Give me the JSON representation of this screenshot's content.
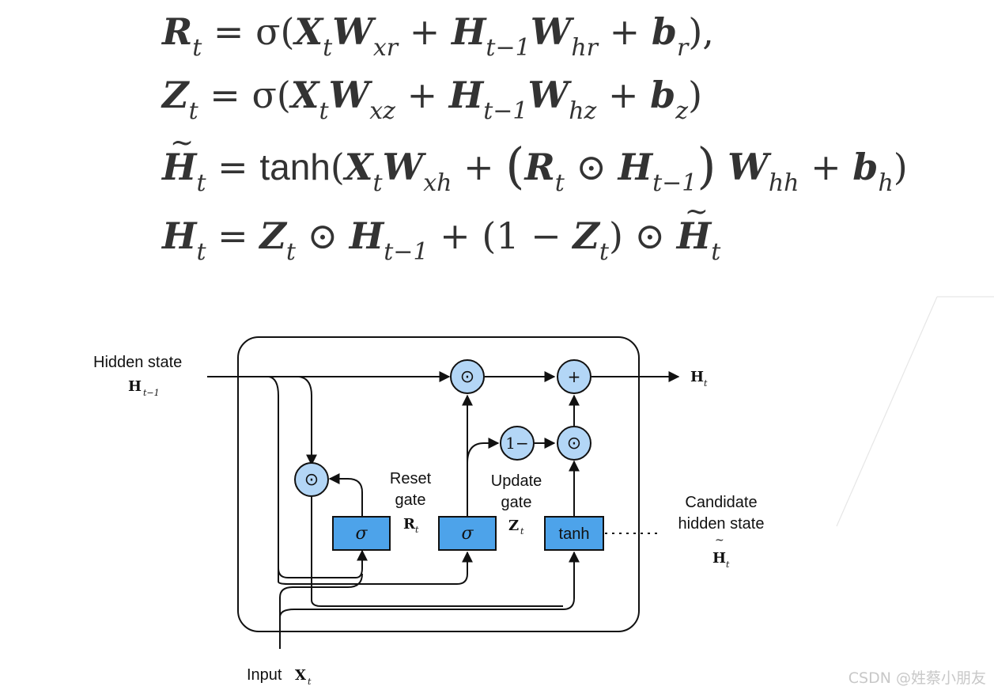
{
  "equations": {
    "r": {
      "lhs": "R",
      "lhs_sub": "t",
      "parts": [
        "= σ(",
        "X",
        "t",
        "W",
        "xr",
        " + ",
        "H",
        "t−1",
        "W",
        "hr",
        " + ",
        "b",
        "r",
        "),"
      ]
    },
    "z": {
      "lhs": "Z",
      "lhs_sub": "t",
      "parts": [
        "= σ(",
        "X",
        "t",
        "W",
        "xz",
        " + ",
        "H",
        "t−1",
        "W",
        "hz",
        " + ",
        "b",
        "z",
        ")"
      ]
    },
    "h_tilde": {
      "lhs": "H",
      "lhs_sub": "t",
      "tanh": "tanh",
      "parts": [
        "(",
        "X",
        "t",
        "W",
        "xh",
        " + ",
        "R",
        "t",
        " ⊙ ",
        "H",
        "t−1",
        "W",
        "hh",
        " + ",
        "b",
        "h",
        ")"
      ]
    },
    "h": {
      "lhs": "H",
      "lhs_sub": "t",
      "parts": [
        "= ",
        "Z",
        "t",
        " ⊙ ",
        "H",
        "t−1",
        " + (1 − ",
        "Z",
        "t",
        ") ⊙ ",
        "H",
        "t"
      ]
    }
  },
  "diagram": {
    "hidden_state_label": "Hidden state",
    "hidden_state_symbol": "H",
    "hidden_state_sub": "t−1",
    "output_symbol": "H",
    "output_sub": "t",
    "reset_label_1": "Reset",
    "reset_label_2": "gate",
    "reset_symbol": "R",
    "reset_sub": "t",
    "update_label_1": "Update",
    "update_label_2": "gate",
    "update_symbol": "Z",
    "update_sub": "t",
    "candidate_label_1": "Candidate",
    "candidate_label_2": "hidden state",
    "candidate_symbol": "H",
    "candidate_sub": "t",
    "input_label": "Input",
    "input_symbol": "X",
    "input_sub": "t",
    "gate_sigma": "σ",
    "gate_tanh": "tanh",
    "op_mul": "⊙",
    "op_plus": "+",
    "op_one_minus": "1−",
    "colors": {
      "gate_fill": "#4da3ea",
      "op_fill": "#b3d6f6",
      "line": "#111111"
    }
  },
  "watermark": "CSDN @姓蔡小朋友"
}
